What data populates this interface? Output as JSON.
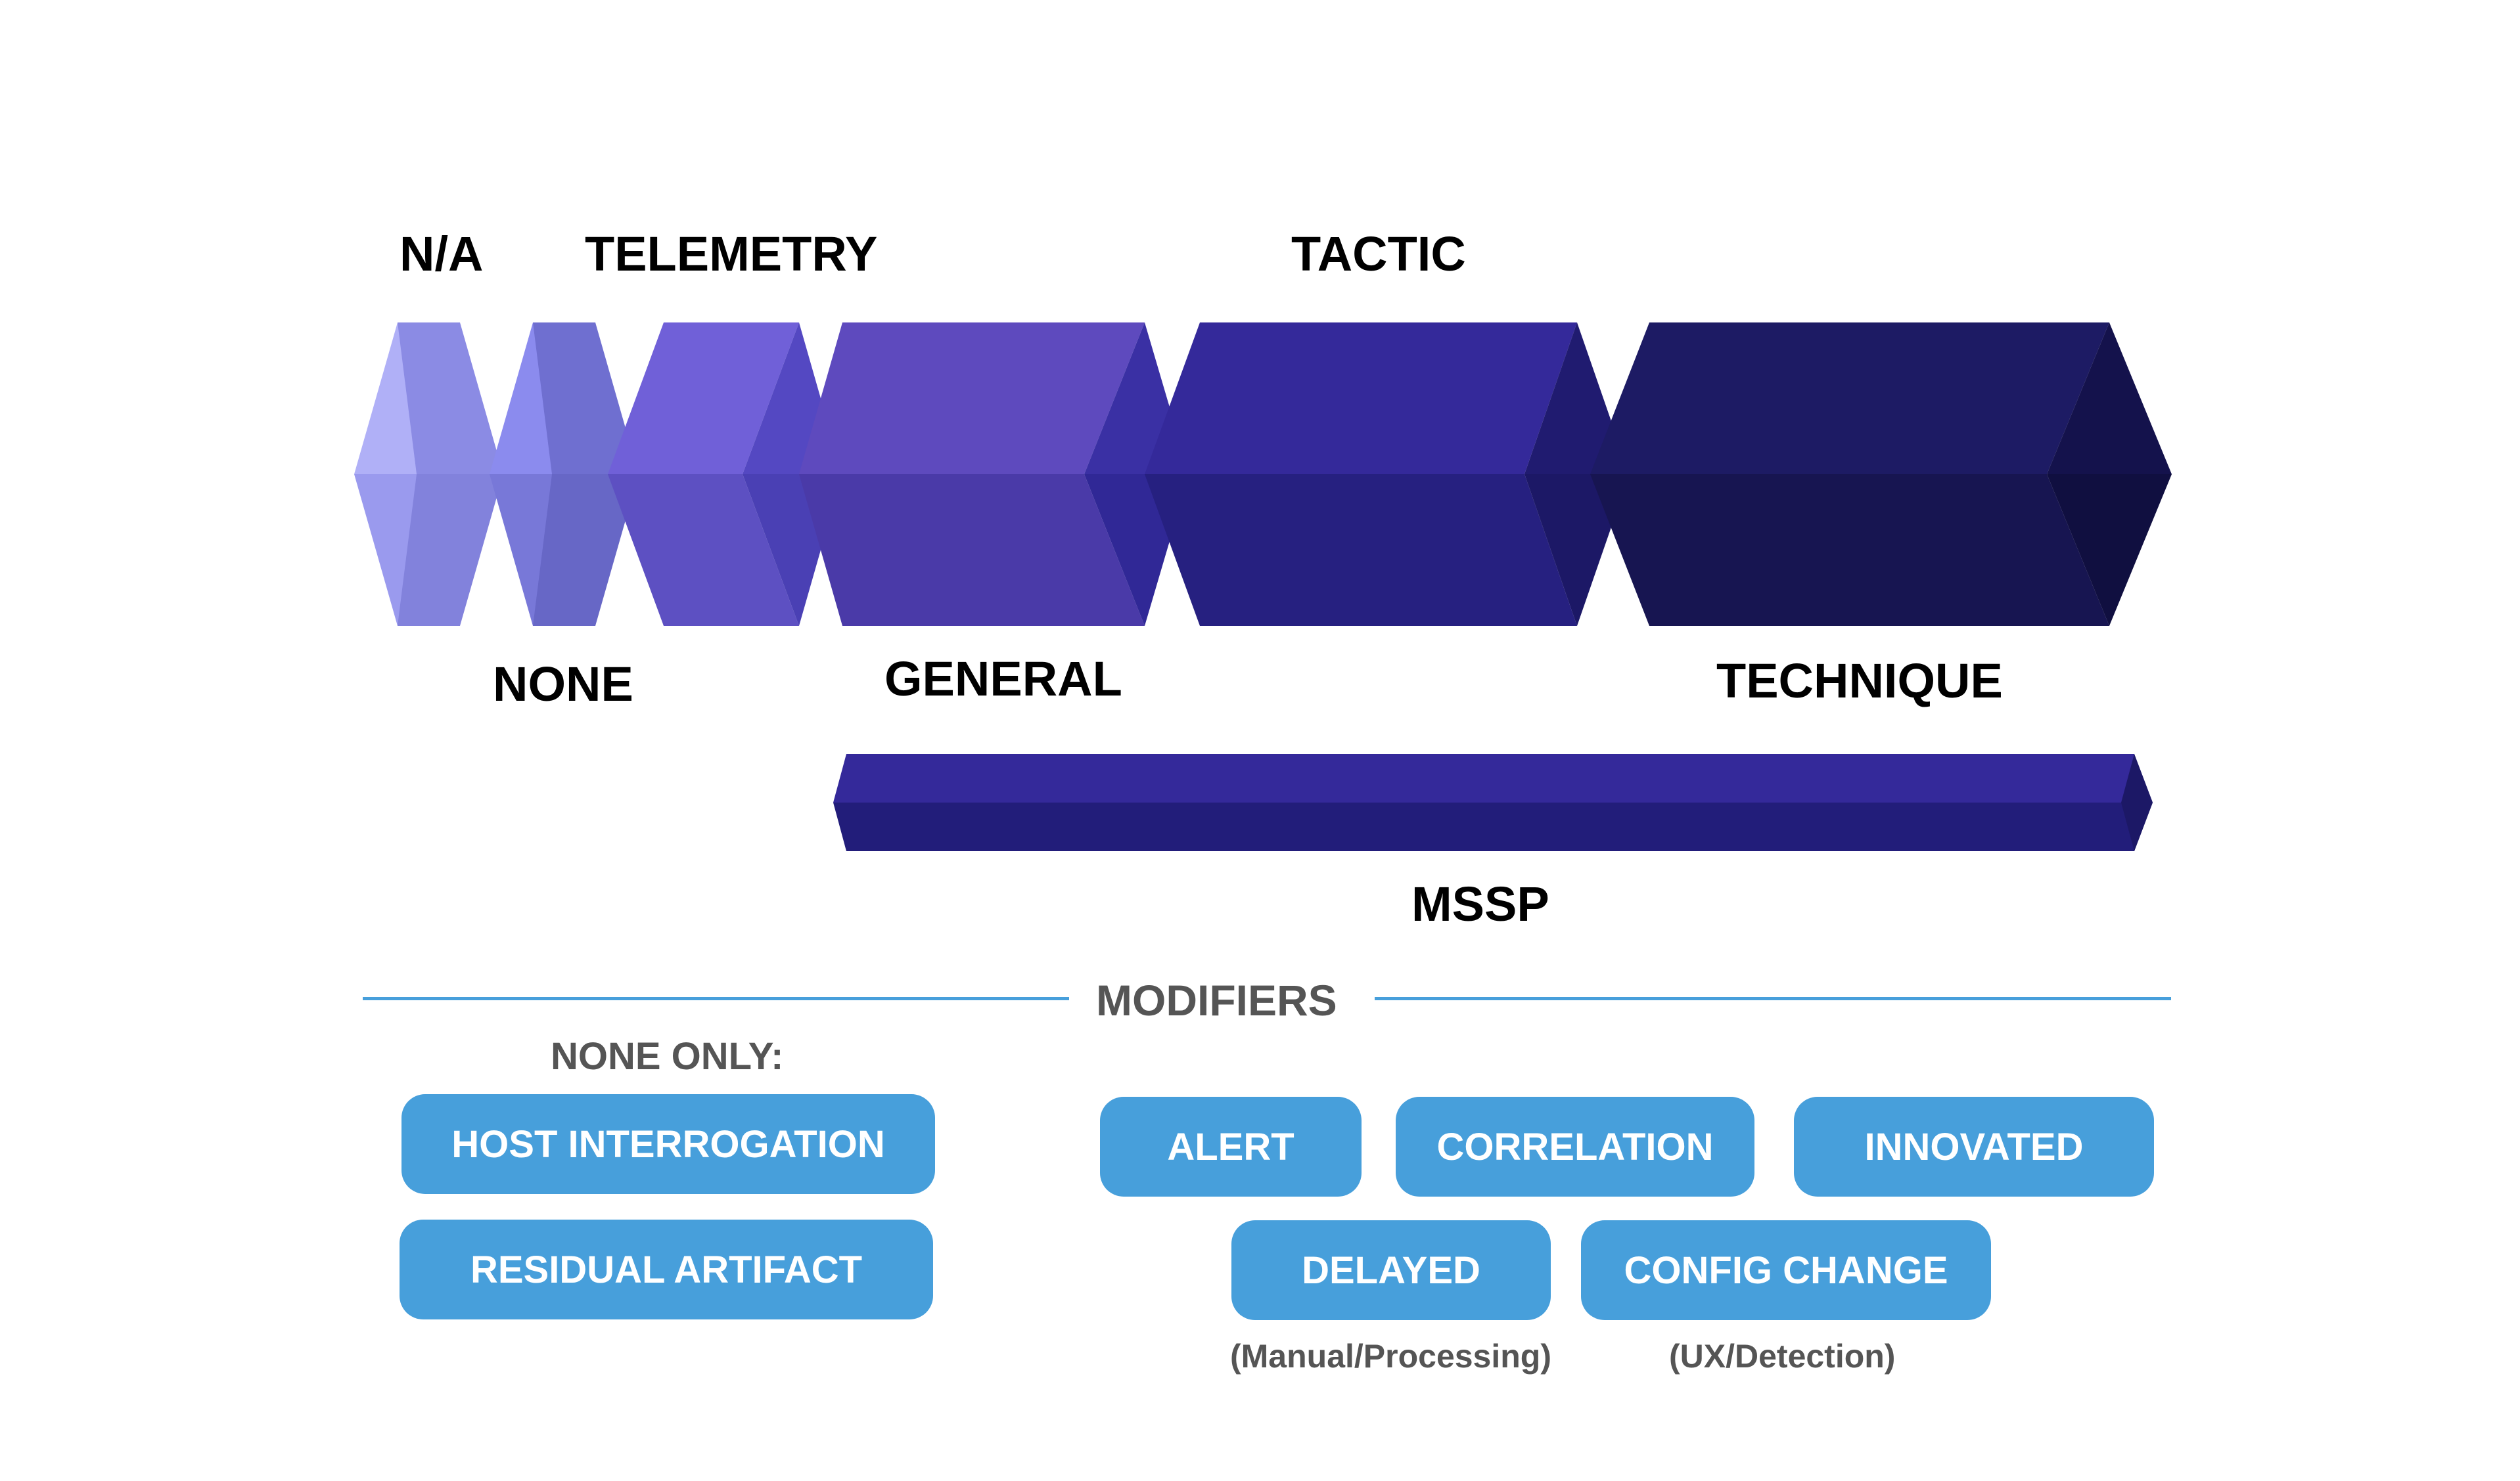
{
  "diagram": {
    "categories": [
      {
        "key": "na",
        "label": "N/A"
      },
      {
        "key": "telemetry",
        "label": "TELEMETRY"
      },
      {
        "key": "tactic",
        "label": "TACTIC"
      },
      {
        "key": "none",
        "label": "NONE"
      },
      {
        "key": "general",
        "label": "GENERAL"
      },
      {
        "key": "technique",
        "label": "TECHNIQUE"
      }
    ],
    "mssp_label": "MSSP",
    "modifiers_heading": "MODIFIERS",
    "none_only_label": "NONE ONLY:",
    "none_only_modifiers": [
      "HOST INTERROGATION",
      "RESIDUAL ARTIFACT"
    ],
    "modifiers": [
      {
        "label": "ALERT",
        "note": ""
      },
      {
        "label": "CORRELATION",
        "note": ""
      },
      {
        "label": "INNOVATED",
        "note": ""
      },
      {
        "label": "DELAYED",
        "note": "(Manual/Processing)"
      },
      {
        "label": "CONFIG CHANGE",
        "note": "(UX/Detection)"
      }
    ],
    "colors": {
      "accent": "#479fdb",
      "stage_1": "#a8a8f5",
      "stage_2": "#8585e6",
      "stage_3": "#6c5ed6",
      "stage_4": "#5a48bc",
      "stage_5": "#302896",
      "stage_6": "#1a1a5e",
      "mssp": "#2a2590"
    }
  }
}
